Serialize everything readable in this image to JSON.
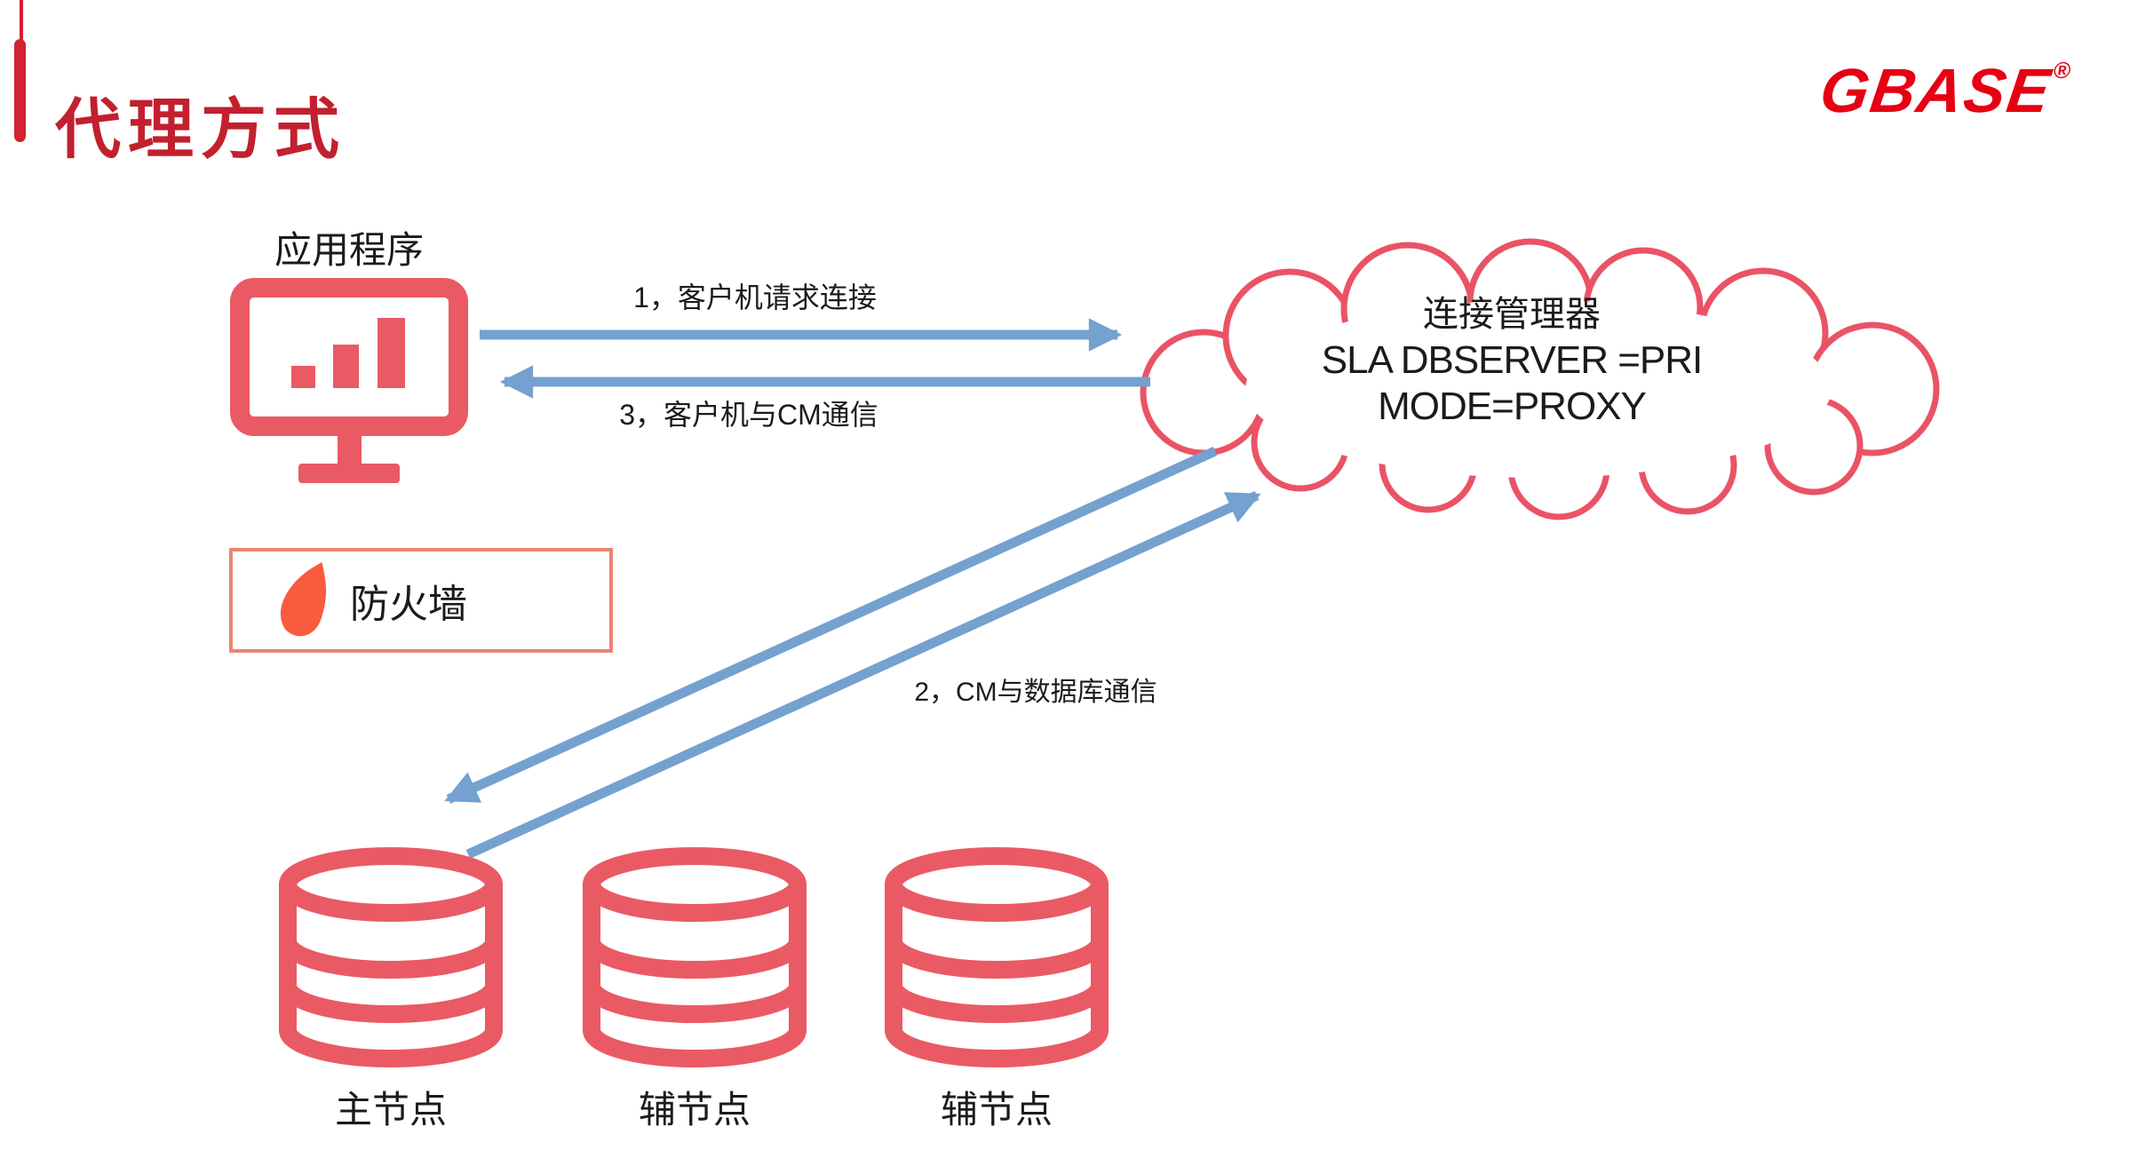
{
  "slide": {
    "title": "代理方式",
    "logo": {
      "text": "GBASE",
      "registered": "®"
    }
  },
  "diagram": {
    "application": {
      "label": "应用程序"
    },
    "connection_manager": {
      "lines": [
        "连接管理器",
        "SLA DBSERVER =PRI",
        "MODE=PROXY"
      ]
    },
    "firewall": {
      "label": "防火墙"
    },
    "flows": [
      {
        "step": "1",
        "label": "1，客户机请求连接"
      },
      {
        "step": "2",
        "label": "2，CM与数据库通信"
      },
      {
        "step": "3",
        "label": "3，客户机与CM通信"
      }
    ],
    "databases": [
      {
        "label": "主节点"
      },
      {
        "label": "辅节点"
      },
      {
        "label": "辅节点"
      }
    ]
  },
  "colors": {
    "accent_red": "#d42232",
    "title_red": "#c2202e",
    "brand_red": "#e60014",
    "icon_red": "#ea5a64",
    "cloud_outline": "#ea5365",
    "firewall_border": "#ea8570",
    "flame_orange": "#fa5a3e",
    "arrow_blue": "#74a1cf",
    "text_black": "#1b1b1b"
  }
}
